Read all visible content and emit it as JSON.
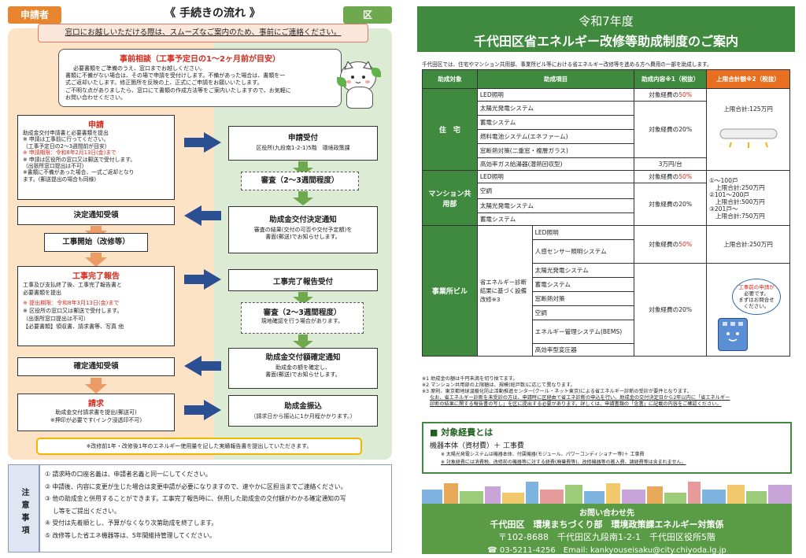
{
  "left": {
    "header_applicant": "申請者",
    "header_ward": "区",
    "title": "《 手続きの流れ 》",
    "notice": "窓口にお越しいただける際は、スムーズなご案内のため、事前にご連絡ください。",
    "consult_title": "事前相談（工事予定日の1～2ヶ月前が目安）",
    "consult_body": [
      "必要書類をご準備のうえ、窓口までお越しください。",
      "書類に不備がない場合は、その場で申請を受付けします。不備があった場合は、書類を一",
      "式ご返却いたします。修正箇所を反映の上、正式にご申請をお願いいたします。",
      "ご不明な点がありましたら、窓口にて書類の作成方法等をご案内いたしますので、お気軽に",
      "お問い合わせください。"
    ],
    "apply_title": "申請",
    "apply_lines": [
      "助成金交付申請書と必要書類を提出",
      "※ 申請は工事前に行ってください。",
      "（工事予定日の2～3週間前が目安）",
      "※ 申請期限：令和8年2月13日(金)まで",
      "※ 申請は区役所の窓口又は郵送で受付します。",
      "（出張所窓口提出は不可）",
      "※書類に不備があった場合、一式ご返却となり",
      "ます。(郵送提出の場合も同様)"
    ],
    "decision_receipt": "決定通知受領",
    "construction_start": "工事開始（改修等）",
    "completion_title": "工事完了報告",
    "completion_lines": [
      "工事及び支払終了後、工事完了報告書と",
      "必要書類を提出",
      "※ 提出期限：令和8年3月13日(金)まで",
      "※ 区役所の窓口又は郵送で受付します。",
      "（出張所窓口提出は不可）",
      "【必要書類】領収書、請求書等、写真 他"
    ],
    "confirm_receipt": "確定通知受領",
    "claim_title": "請求",
    "claim_lines": [
      "助成金交付請求書を提出(郵送可)",
      "※押印が必要です(インク浸透印不可)"
    ],
    "ward_accept_title": "申請受付",
    "ward_accept_body": "区役所(九段南1-2-1)5階　環境政策課",
    "ward_review1": "審査（2～3週間程度）",
    "ward_decision_title": "助成金交付決定通知",
    "ward_decision_body": [
      "審査の結果(交付の可否や交付予定額)を",
      "書面(郵送)でお知らせします。"
    ],
    "ward_report_accept": "工事完了報告受付",
    "ward_review2_title": "審査（2～3週間程度）",
    "ward_review2_body": "現地確認を行う場合があります。",
    "ward_confirm_title": "助成金交付額確定通知",
    "ward_confirm_body": [
      "助成金の額を確定し、",
      "書面(郵送)でお知らせします。"
    ],
    "ward_transfer_title": "助成金振込",
    "ward_transfer_body": "（請求日から振込に1か月程かかります。）",
    "yellow_note": "※改修前1年・改修後1年のエネルギー使用量を記した実績報告書を提出していただきます。",
    "notes_label": "注意事項",
    "notes": [
      "① 請求時の口座名義は、申請者名義と同一にしてください。",
      "② 申請後、内容に変更が生じた場合は変更申請が必要になりますので、速やかに区担当までご連絡ください。",
      "③ 他の助成金と併用することができます。工事完了報告時に、併用した助成金の交付額がわかる確定通知の写",
      "し等をご提出ください。",
      "④ 受付は先着順とし、予算がなくなり次第助成を終了します。",
      "⑤ 改修等した省エネ機器等は、5年間維持管理してください。"
    ]
  },
  "right": {
    "title_line1": "令和7年度",
    "title_line2": "千代田区省エネルギー改修等助成制度のご案内",
    "intro": "千代田区では、住宅やマンション共用部、事業所ビル等における省エネルギー改修等を進める方へ費用の一部を助成します。",
    "table_headers": [
      "助成対象",
      "助成項目",
      "助成内容※1（税抜）",
      "上限合計額※2（税抜）"
    ],
    "cat_home": "住　宅",
    "cat_mansion": "マンション共用部",
    "cat_office": "事業所ビル",
    "home_items": [
      "LED照明",
      "太陽光発電システム",
      "蓄電システム",
      "燃料電池システム(エネファーム)",
      "窓断熱対策(二重窓・複層ガラス)",
      "高効率ガス給湯器(潜熱回収型)"
    ],
    "home_rates": [
      "対象経費の50%",
      "対象経費の20%",
      "3万円/台"
    ],
    "home_limit": "上限合計:125万円",
    "mansion_items": [
      "LED照明",
      "空調",
      "太陽光発電システム",
      "蓄電システム"
    ],
    "mansion_rates": [
      "対象経費の50%",
      "対象経費の20%"
    ],
    "mansion_limits": [
      "①～100戸",
      "上限合計:250万円",
      "②101～200戸",
      "上限合計:500万円",
      "③201戸～",
      "上限合計:750万円"
    ],
    "office_group": "省エネルギー診断結果に基づく設備改修※3",
    "office_items": [
      "LED照明",
      "人感センサー照明システム",
      "太陽光発電システム",
      "蓄電システム",
      "窓断熱対策",
      "空調",
      "エネルギー管理システム(BEMS)",
      "高効率型変圧器"
    ],
    "office_rates": [
      "対象経費の50%",
      "対象経費の20%"
    ],
    "office_limit": "上限合計:250万円",
    "balloon": [
      "工事前の申請が",
      "必要です。",
      "まずはお問合せ",
      "ください。"
    ],
    "footnotes": [
      "※1 助成金の額は千円未満を切り捨てます。",
      "※2 マンション共用部の上限額は、規模(総戸数)に応じて異なります。",
      "※3 原則、東京都地球温暖化防止活動推進センター(クール・ネット東京)による省エネルギー診断の受診が要件となります。",
      "なお、省エネルギー診断を未受診の方は、申請時に区経由で省エネ診断の申込を行い、助成金の交付決定日から2年以内に「省エネルギー",
      "診断の結果に関する報告書の写し」を区に提出する必要があります。詳しくは、申請書類の「念書」に記載の内容をご確認ください。"
    ],
    "target_title": "■ 対象経費とは",
    "target_formula": "機器本体（資材費）＋ 工事費",
    "target_notes": [
      "※ 太陽光発電システムは機器本体、付属機器(モジュール、パワーコンディショナー等)＋ 工事費",
      "※ 対象経費には消費税、改修前の機器等に対する経費(廃棄費等)、改修機器等の搬入費、諸経費等は含まれません。"
    ],
    "contact_title": "お問い合わせ先",
    "contact_dept": "千代田区　環境まちづくり部　環境政策課エネルギー対策係",
    "contact_addr": "〒102-8688　千代田区九段南1-2-1　千代田区役所5階",
    "contact_tel": "☎ 03-5211-4256　Email: kankyouseisaku@city.chiyoda.lg.jp"
  },
  "colors": {
    "green": "#3f8a3f",
    "orange": "#e8862f",
    "navy": "#2a4f93",
    "red": "#d42b1f"
  }
}
